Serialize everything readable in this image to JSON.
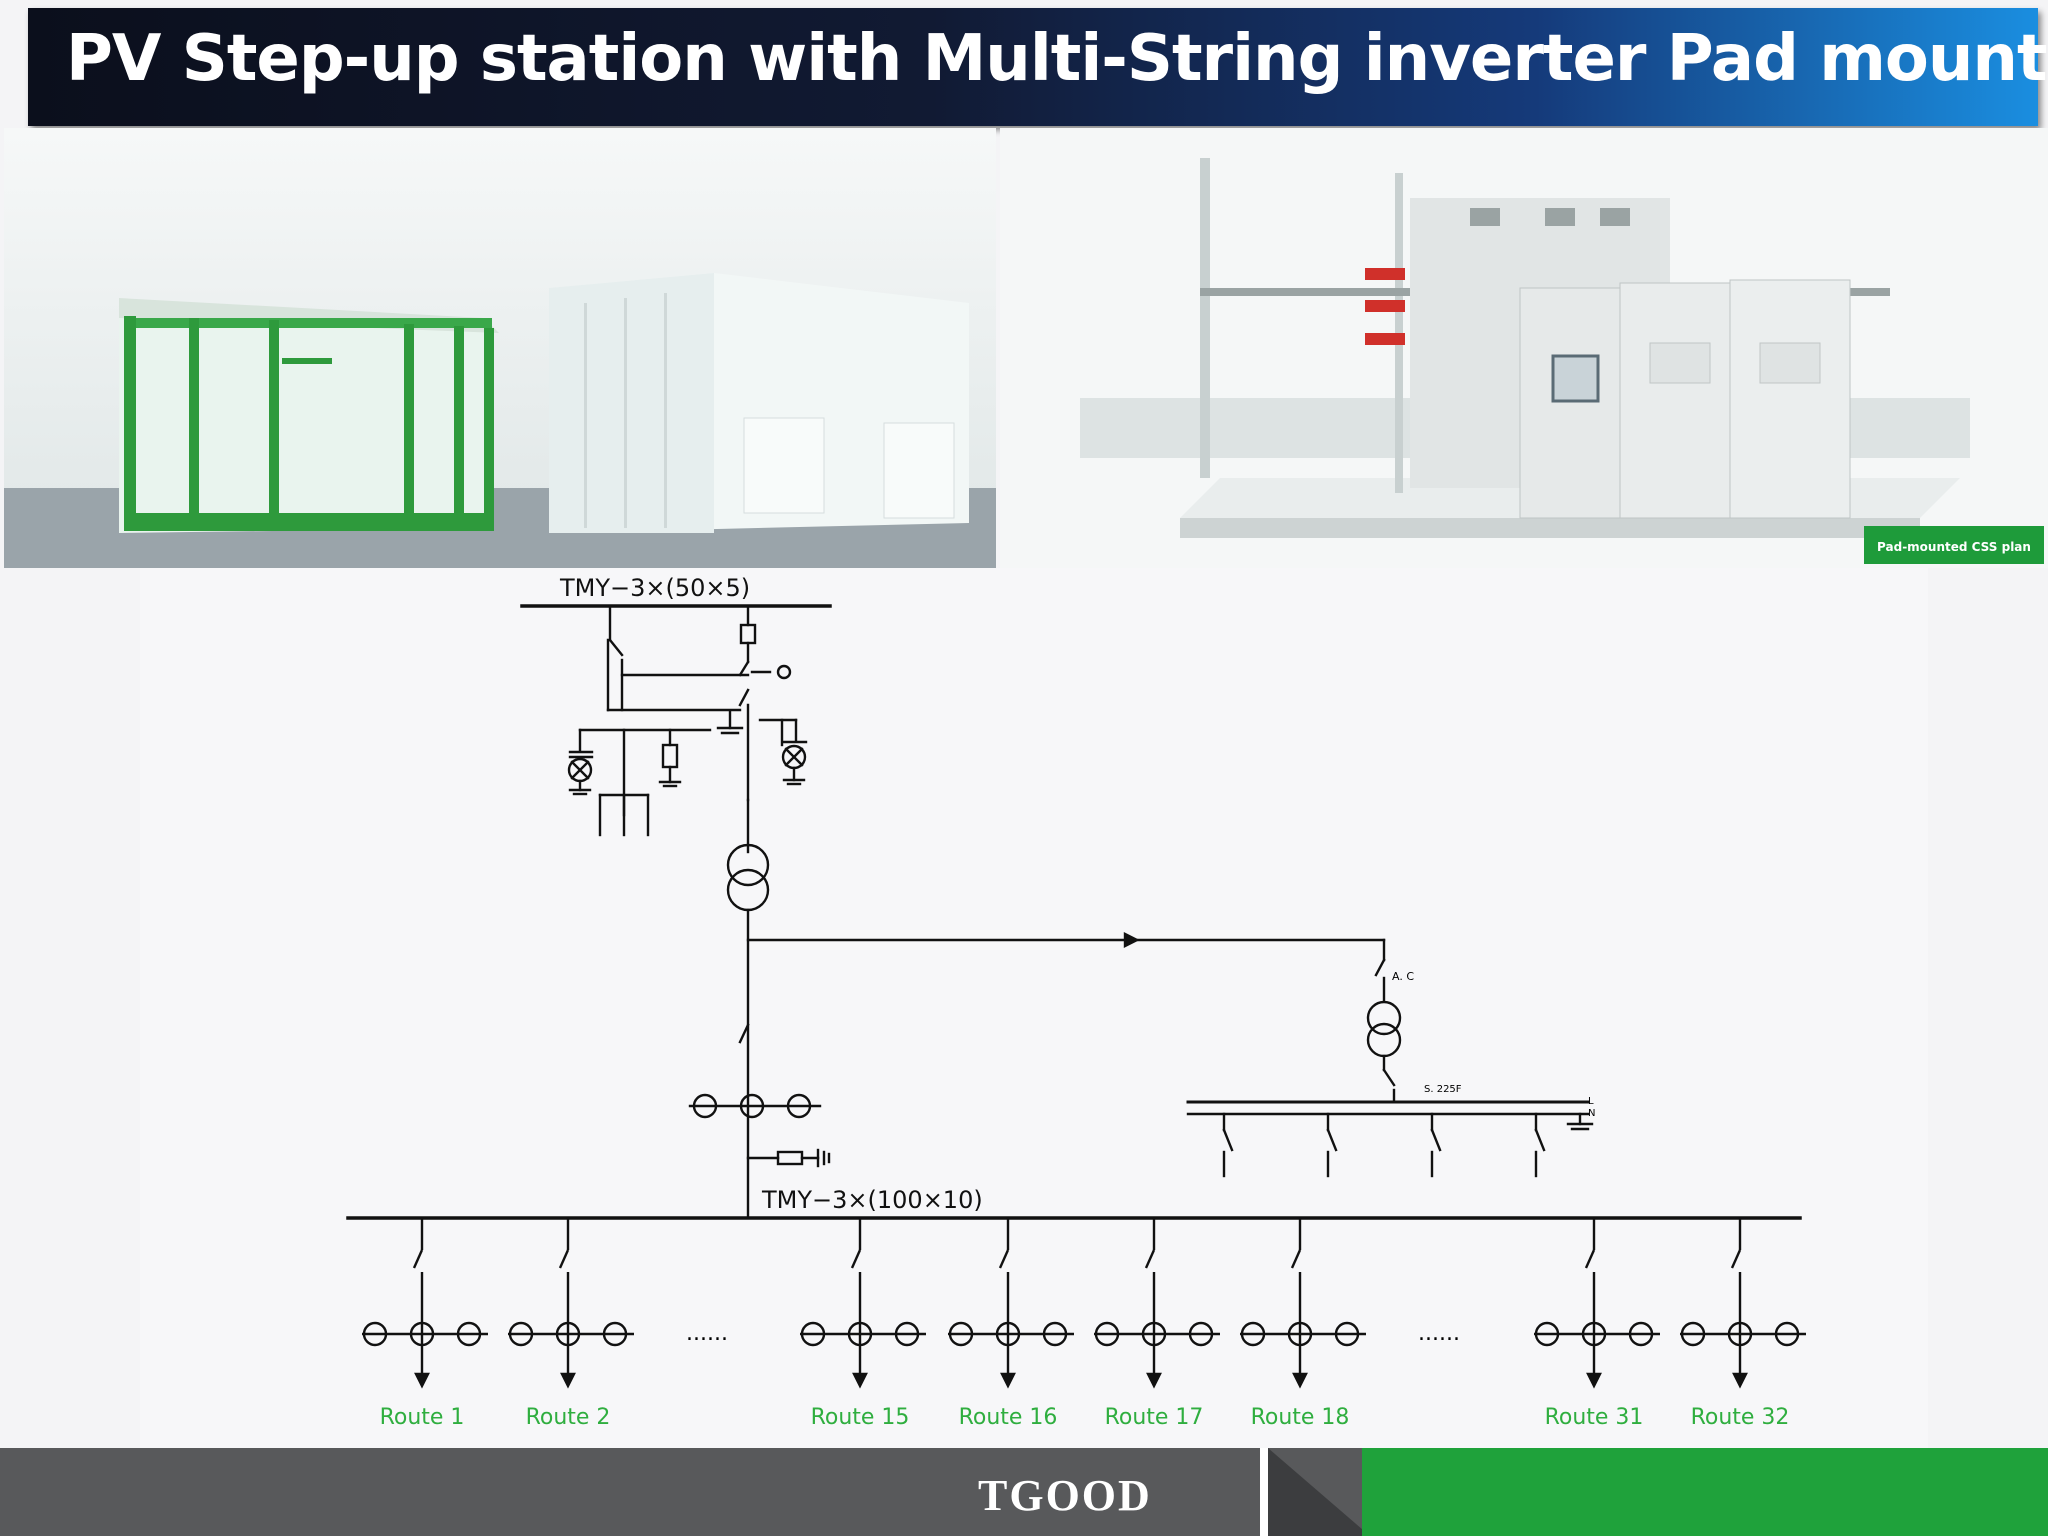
{
  "title": "PV Step-up station with Multi-String inverter Pad mounted",
  "photo_right": {
    "tag": "Pad-mounted CSS plan"
  },
  "diagram": {
    "hv_bus_label": "TMY−3×(50×5)",
    "lv_bus_label": "TMY−3×(100×10)",
    "aux_transformer_label": "A. C",
    "aux_switch_label": "S. 225F",
    "aux_bus_right_labels": [
      "L",
      "N"
    ],
    "ellipsis": "......",
    "routes": [
      "Route 1",
      "Route 2",
      "Route 15",
      "Route 16",
      "Route 17",
      "Route 18",
      "Route 31",
      "Route 32"
    ],
    "colors": {
      "route_label": "#2fae3f",
      "line": "#111111"
    }
  },
  "footer": {
    "brand": "TGOOD",
    "accent": "#1fa23b"
  }
}
